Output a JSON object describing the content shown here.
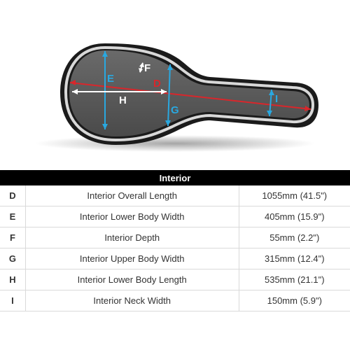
{
  "diagram": {
    "labels": {
      "D": "D",
      "E": "E",
      "F": "F",
      "G": "G",
      "H": "H",
      "I": "I"
    },
    "colors": {
      "case_body": "#1a1a1a",
      "case_rim": "#d8d8d8",
      "interior": "#555555",
      "blue_dimension": "#29a8e0",
      "red_dimension": "#d9262b",
      "white_dimension": "#ffffff"
    }
  },
  "table": {
    "header": "Interior",
    "rows": [
      {
        "code": "D",
        "description": "Interior Overall Length",
        "value": "1055mm (41.5\")"
      },
      {
        "code": "E",
        "description": "Interior Lower Body Width",
        "value": "405mm (15.9\")"
      },
      {
        "code": "F",
        "description": "Interior Depth",
        "value": "55mm (2.2\")"
      },
      {
        "code": "G",
        "description": "Interior Upper Body Width",
        "value": "315mm (12.4\")"
      },
      {
        "code": "H",
        "description": "Interior Lower Body Length",
        "value": "535mm (21.1\")"
      },
      {
        "code": "I",
        "description": "Interior Neck Width",
        "value": "150mm (5.9\")"
      }
    ]
  }
}
